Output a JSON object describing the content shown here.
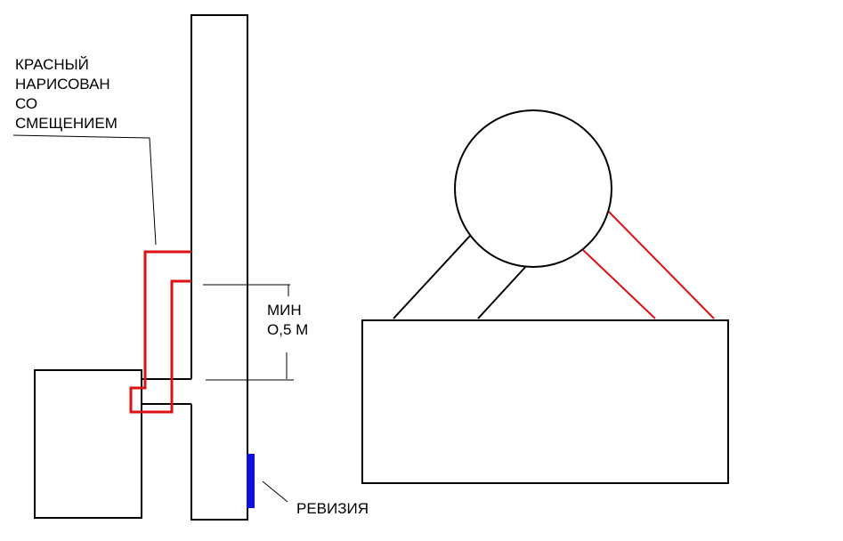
{
  "labels": {
    "red_note": [
      "КРАСНЫЙ",
      "НАРИСОВАН",
      "СО",
      "СМЕЩЕНИЕМ"
    ],
    "min_distance": [
      "МИН",
      "О,5 М"
    ],
    "revision": "РЕВИЗИЯ"
  },
  "colors": {
    "background": "#ffffff",
    "outline": "#000000",
    "red_pipe": "#dd1111",
    "revision_mark": "#1010dd"
  }
}
